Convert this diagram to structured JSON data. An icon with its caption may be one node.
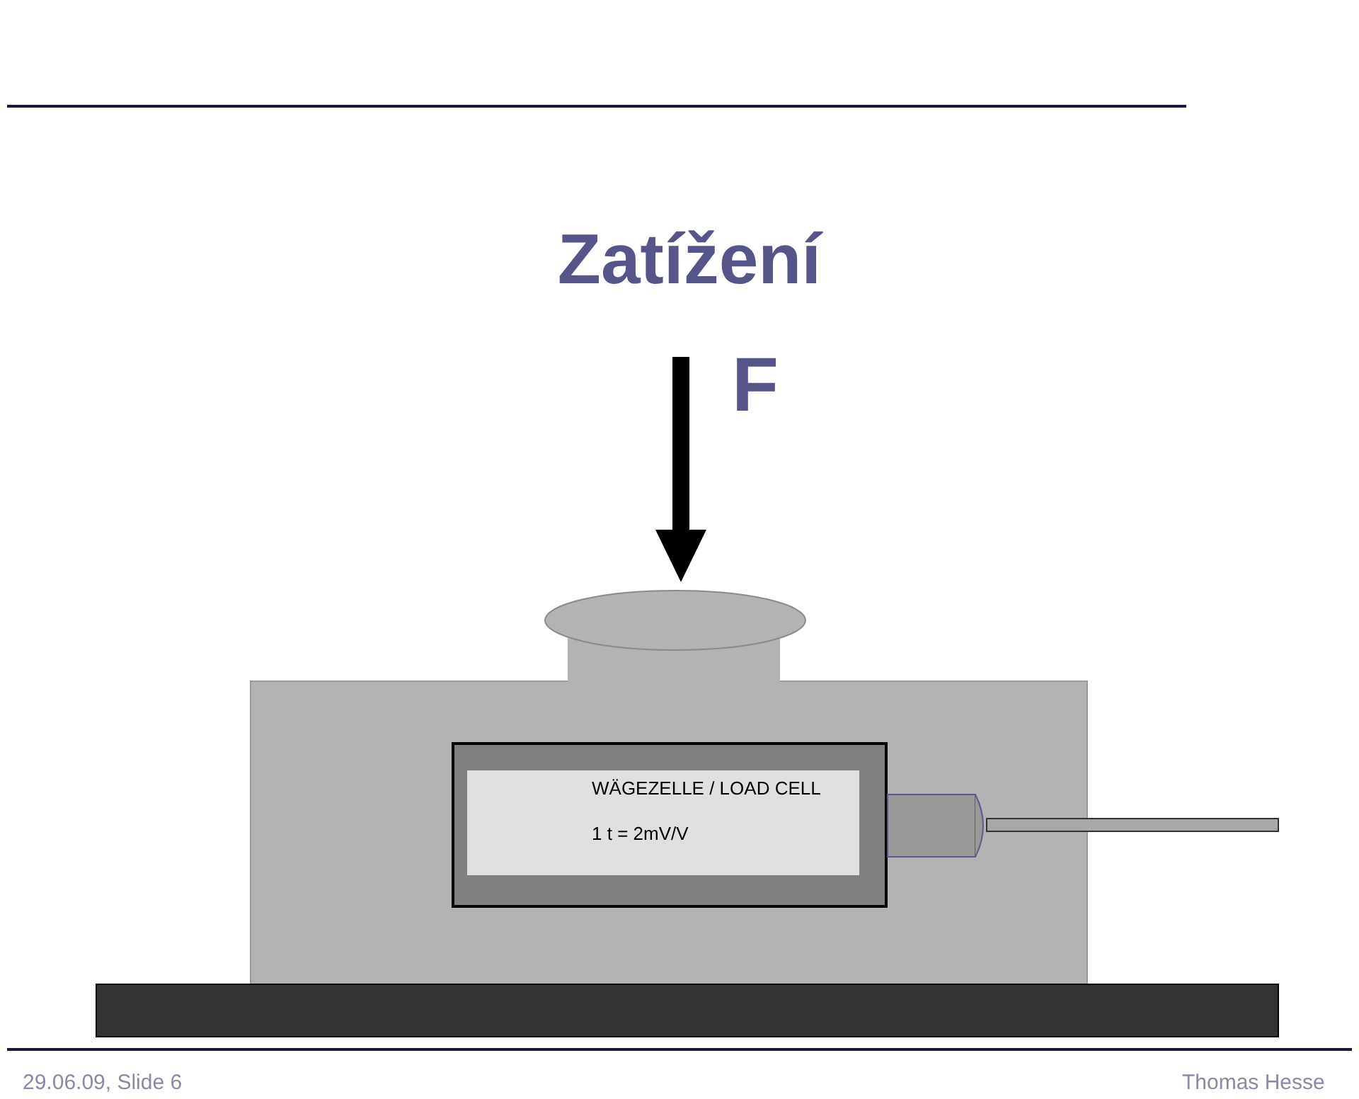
{
  "diagram": {
    "title": "Zatížení",
    "labels": [
      "F",
      "WÄGEZELLE / LOAD CELL",
      "1 t = 2mV/V",
      "29.06.09, Slide 6",
      "Thomas Hesse"
    ]
  }
}
